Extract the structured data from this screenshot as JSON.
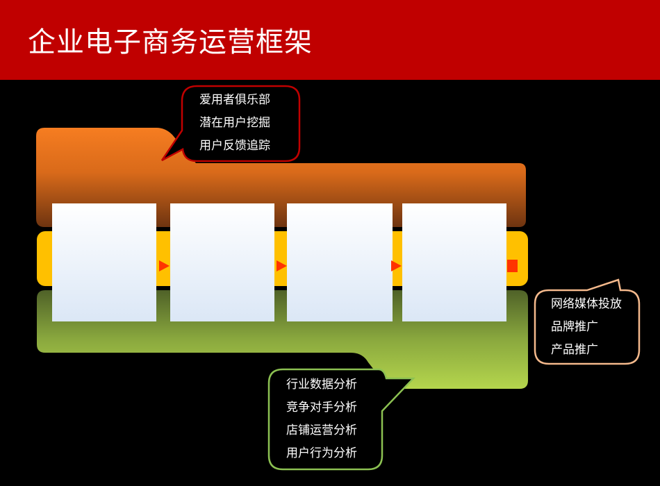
{
  "header": {
    "title": "企业电子商务运营框架"
  },
  "callouts": {
    "user": {
      "items": [
        "爱用者俱乐部",
        "潜在用户挖掘",
        "用户反馈追踪"
      ]
    },
    "promotion": {
      "items": [
        "网络媒体投放",
        "品牌推广",
        "产品推广"
      ]
    },
    "analysis": {
      "items": [
        "行业数据分析",
        "竞争对手分析",
        "店铺运营分析",
        "用户行为分析"
      ]
    }
  },
  "colors": {
    "header": "#c00000",
    "orange": "#f47c20",
    "yellow": "#ffc000",
    "green": "#b3d44c",
    "arrow": "#ff3300"
  }
}
